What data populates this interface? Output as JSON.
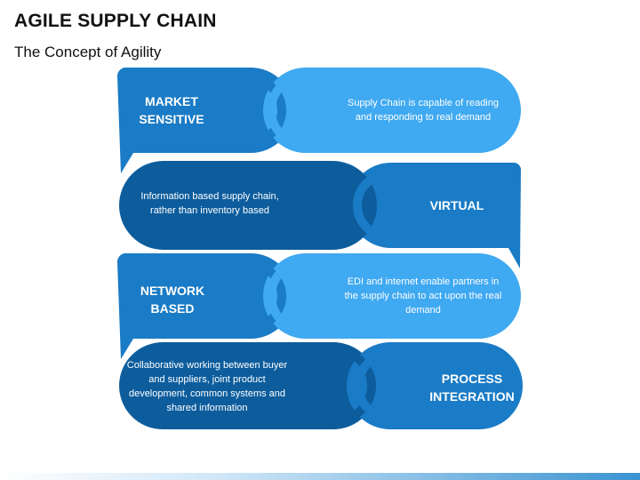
{
  "slide": {
    "title": "AGILE SUPPLY CHAIN",
    "subtitle": "The Concept of Agility"
  },
  "colors": {
    "dark_blue": "#0d5d9d",
    "medium_blue": "#1a7bc6",
    "light_blue": "#3fa9f1",
    "text": "#ffffff"
  },
  "rows": [
    {
      "concept": "MARKET SENSITIVE",
      "description": "Supply Chain is capable of reading and responding to real demand"
    },
    {
      "concept": "VIRTUAL",
      "description": "Information based supply chain, rather than inventory based"
    },
    {
      "concept": "NETWORK BASED",
      "description": "EDI and internet enable partners in the supply chain to act upon the real demand"
    },
    {
      "concept": "PROCESS INTEGRATION",
      "description": "Collaborative working between buyer and suppliers, joint product development, common systems and shared information"
    }
  ]
}
